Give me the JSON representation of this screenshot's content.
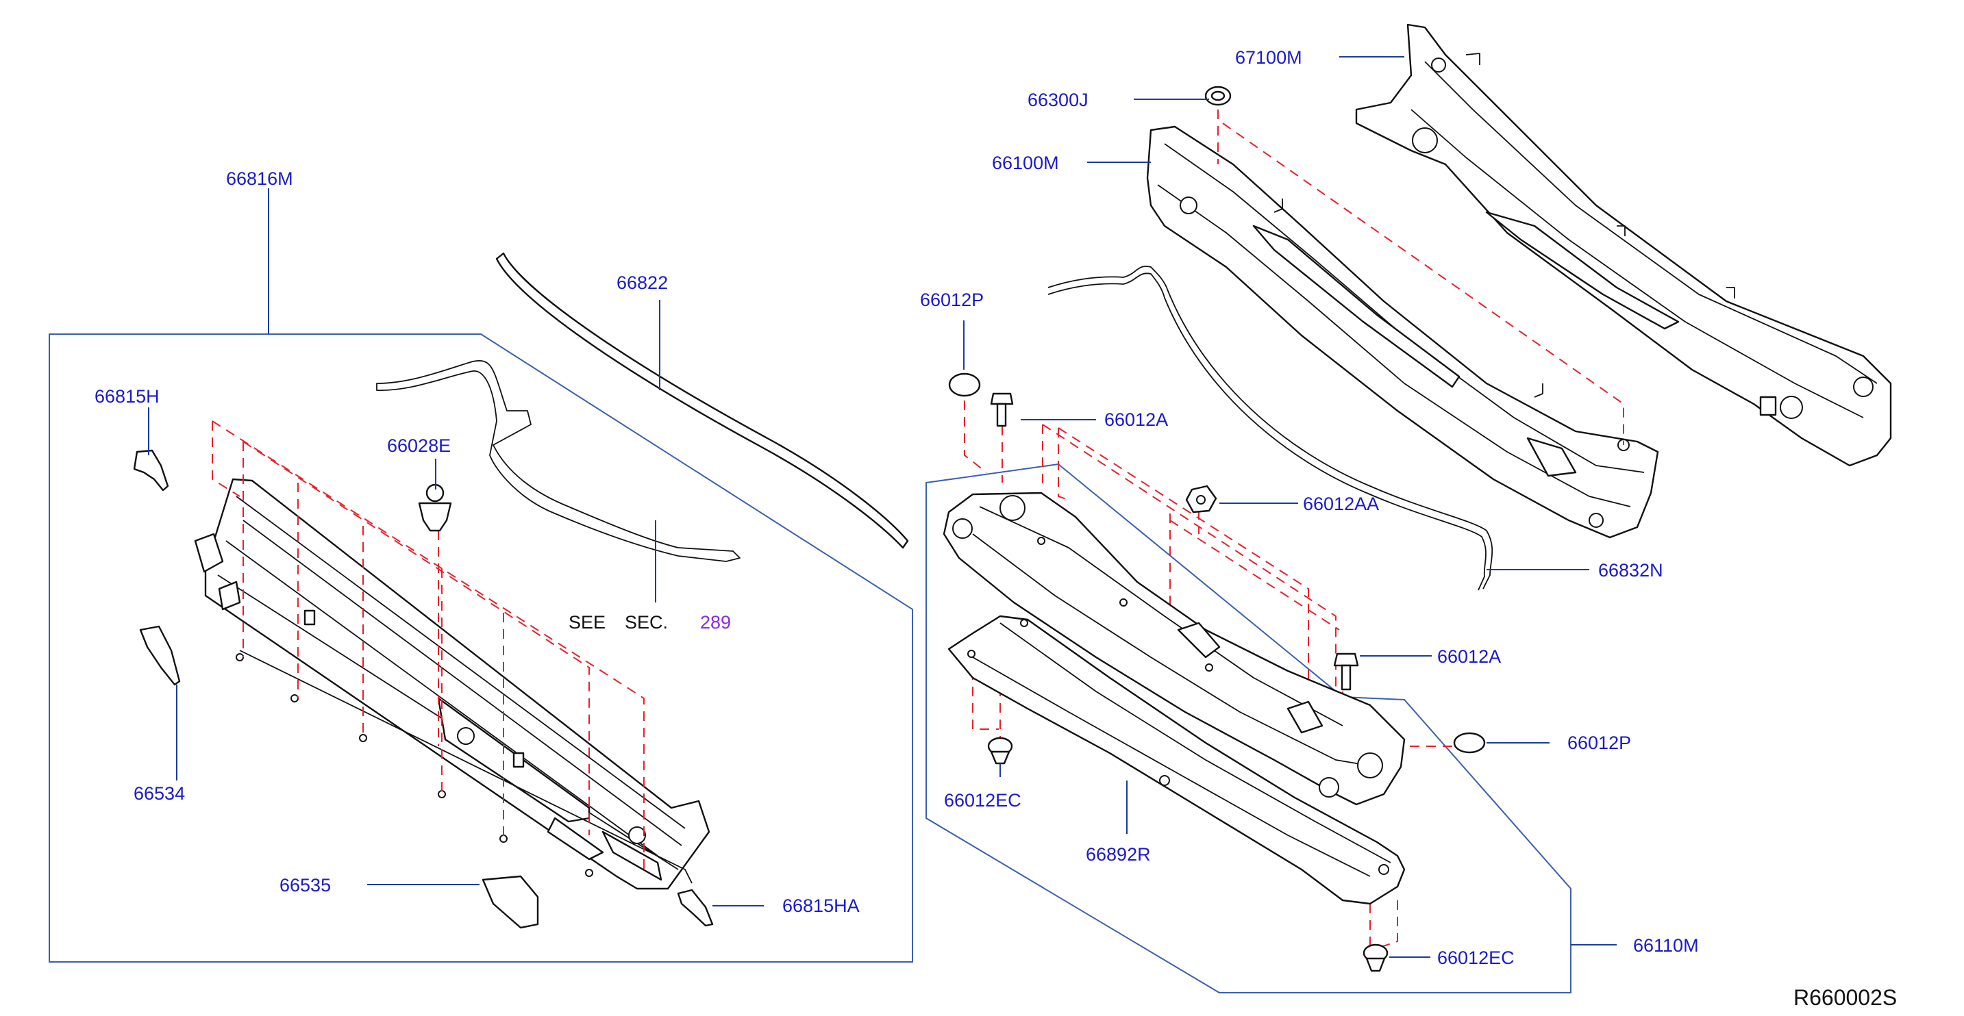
{
  "colors": {
    "label": "#1a1acc",
    "leader": "#1a3aa0",
    "dashed_guide": "#e8202a",
    "reference_number": "#8a2be2",
    "outline": "#111111"
  },
  "parts": {
    "p66816M": "66816M",
    "p66822": "66822",
    "p66815H": "66815H",
    "p66028E": "66028E",
    "p66534": "66534",
    "p66535": "66535",
    "p66815HA": "66815HA",
    "p67100M": "67100M",
    "p66300J": "66300J",
    "p66100M": "66100M",
    "p66012P_top": "66012P",
    "p66012A_top": "66012A",
    "p66012AA": "66012AA",
    "p66832N": "66832N",
    "p66012A_mid": "66012A",
    "p66012P_right": "66012P",
    "p66012EC_left": "66012EC",
    "p66892R": "66892R",
    "p66110M": "66110M",
    "p66012EC_bottom": "66012EC"
  },
  "reference": {
    "see": "SEE",
    "sec": "SEC.",
    "number": "289"
  },
  "diagram_code": "R660002S"
}
